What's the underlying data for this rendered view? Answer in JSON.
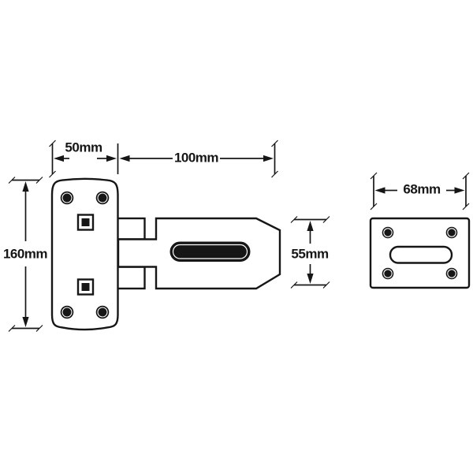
{
  "drawing": {
    "subject": "hasp-and-staple-technical-drawing",
    "views": {
      "hasp_front_view": "hasp plate with hinged arm",
      "staple_front_view": "staple plate"
    }
  },
  "dimensions": {
    "hasp_plate_width": "50mm",
    "hasp_arm_length": "100mm",
    "hasp_plate_height": "160mm",
    "hasp_arm_height": "55mm",
    "staple_plate_width": "68mm"
  },
  "colors": {
    "line": "#161616",
    "fill": "#ffffff",
    "hole": "#161616",
    "background": "#ffffff"
  }
}
